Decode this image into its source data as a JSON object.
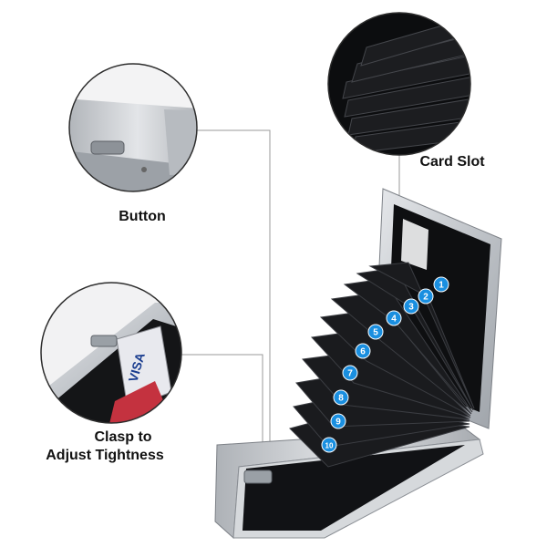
{
  "callouts": {
    "card_slot": "Card Slot",
    "button": "Button",
    "clasp_line1": "Clasp to",
    "clasp_line2": "Adjust Tightness"
  },
  "slots": [
    "1",
    "2",
    "3",
    "4",
    "5",
    "6",
    "7",
    "8",
    "9",
    "10"
  ],
  "colors": {
    "badge": "#1a8fe0",
    "steel": "#c9ccd0",
    "steel_dark": "#8e9297",
    "interior": "#0e0f11",
    "accordion": "#1a1b1e"
  },
  "icons": {
    "visa_card": "visa-card-icon"
  }
}
